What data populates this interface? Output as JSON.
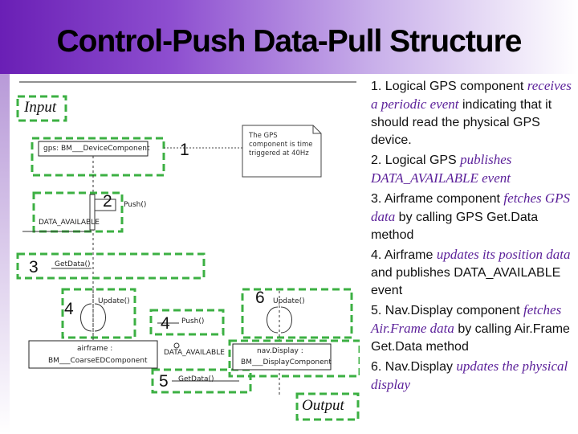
{
  "title": "Control-Push Data-Pull Structure",
  "diagram": {
    "input_label": "Input",
    "output_label": "Output",
    "components": {
      "gps": "gps: BM___DeviceComponent",
      "airframe_line1": "airframe :",
      "airframe_line2": "BM___CoarseEDComponent",
      "navdisplay_line1": "nav.Display :",
      "navdisplay_line2": "BM___DisplayComponent"
    },
    "note": {
      "line1": "The GPS",
      "line2": "component is time",
      "line3": "triggered at 40Hz"
    },
    "messages": {
      "push_1": "Push()",
      "data_available_1": "DATA_AVAILABLE",
      "get_data_1": "GetData()",
      "update_1": "Update()",
      "update_2": "Update()",
      "push_2": "Push()",
      "data_available_2": "DATA_AVAILABLE",
      "get_data_2": "GetData()"
    },
    "step_numbers": {
      "n1": "1",
      "n2": "2",
      "n3": "3",
      "n4a": "4",
      "n4b": "4",
      "n5": "5",
      "n6": "6"
    }
  },
  "steps": [
    {
      "prefix": "1. Logical GPS component ",
      "em": "receives a periodic event",
      "suffix": " indicating that it should read the physical GPS device."
    },
    {
      "prefix": "2. Logical GPS ",
      "em": "publishes DATA_AVAILABLE event",
      "suffix": ""
    },
    {
      "prefix": "3. Airframe component ",
      "em": "fetches GPS data",
      "suffix": " by calling GPS Get.Data method"
    },
    {
      "prefix": "4. Airframe ",
      "em": "updates its position data",
      "suffix": " and publishes DATA_AVAILABLE event"
    },
    {
      "prefix": "5. Nav.Display component ",
      "em": "fetches Air.Frame data",
      "suffix": " by calling Air.Frame Get.Data method"
    },
    {
      "prefix": "6. Nav.Display ",
      "em": "updates the physical display",
      "suffix": ""
    }
  ],
  "colors": {
    "header_start": "#6a1fb5",
    "dashed_box": "#3cb043",
    "emphasis_text": "#5a1f99"
  }
}
